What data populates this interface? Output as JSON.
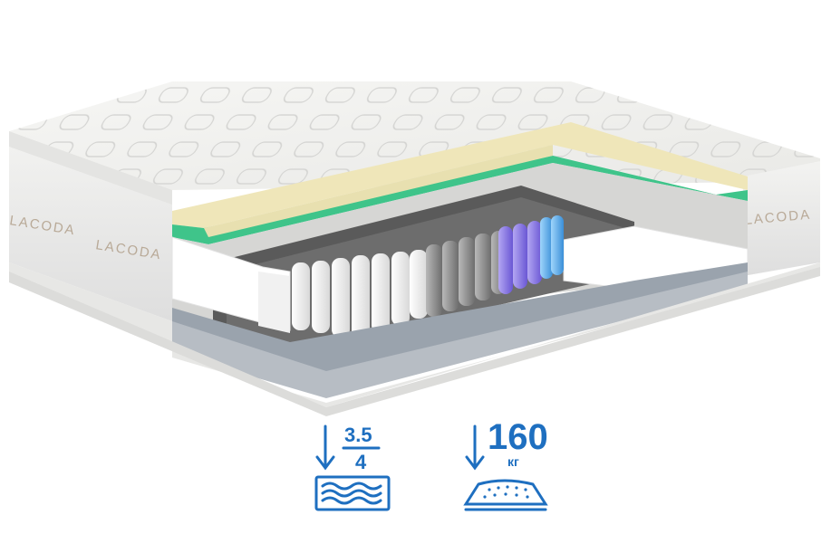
{
  "brand": {
    "name": "LACODA",
    "text_color": "#b9aa98"
  },
  "specs": {
    "firmness": {
      "top": "3.5",
      "bottom": "4",
      "icon": "firmness-spring-icon"
    },
    "max_load": {
      "value": "160",
      "unit": "кг",
      "icon": "weight-load-icon"
    },
    "accent_color": "#1e6fc0"
  },
  "layers": {
    "latex_color": "#efe6b9",
    "foam_color": "#3fc48a",
    "spring_colors": [
      "#ffffff",
      "#9a9a9a",
      "#8f7fe0",
      "#5fb1f0"
    ]
  }
}
